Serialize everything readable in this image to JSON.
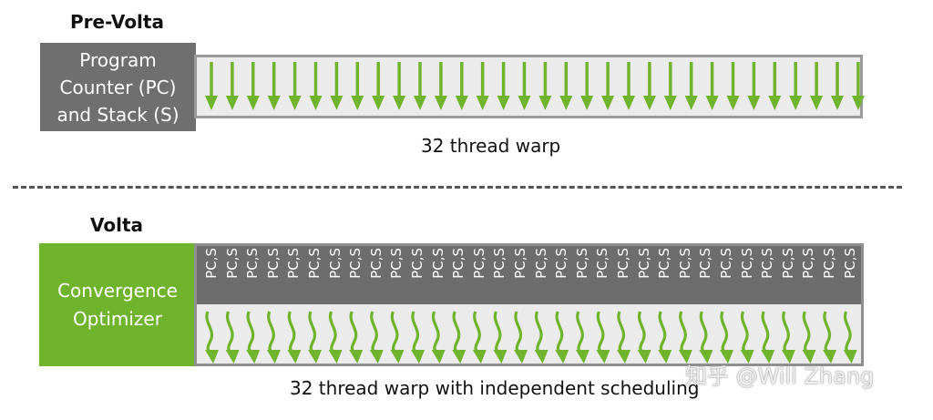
{
  "pre_volta": {
    "title": "Pre-Volta",
    "box_lines": [
      "Program",
      "Counter (PC)",
      "and Stack (S)"
    ],
    "caption": "32 thread warp",
    "thread_count": 32
  },
  "volta": {
    "title": "Volta",
    "box_lines": [
      "Convergence",
      "Optimizer"
    ],
    "caption": "32 thread warp with independent scheduling",
    "thread_label": "PC,S",
    "thread_count": 32
  },
  "watermark": "知乎 @Will Zhang",
  "colors": {
    "green": "#6fb42c",
    "gray_box": "#6f6f6f",
    "warp_bg": "#ebebeb"
  }
}
